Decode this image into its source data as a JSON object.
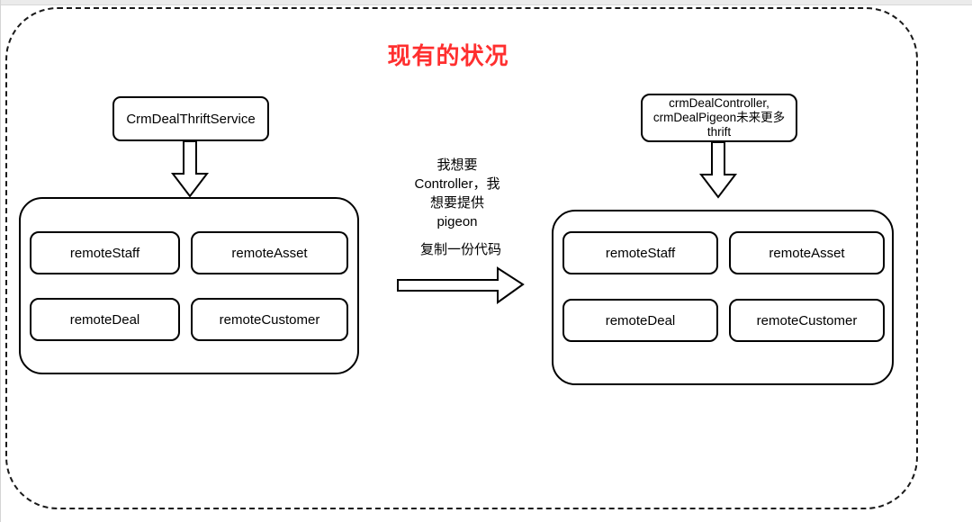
{
  "page": {
    "title": "现有的状况"
  },
  "colors": {
    "title": "#ff2f2f",
    "stroke": "#000000",
    "background": "#ffffff"
  },
  "left_group": {
    "service_node": "CrmDealThriftService",
    "container_items": [
      "remoteStaff",
      "remoteAsset",
      "remoteDeal",
      "remoteCustomer"
    ]
  },
  "middle": {
    "thought_text": "我想要\nController，我\n想要提供\npigeon",
    "action_text": "复制一份代码"
  },
  "right_group": {
    "service_node": "crmDealController,\ncrmDealPigeon未来更多\nthrift",
    "container_items": [
      "remoteStaff",
      "remoteAsset",
      "remoteDeal",
      "remoteCustomer"
    ]
  },
  "icons": {
    "down_arrow": "block-arrow-down",
    "right_arrow": "block-arrow-right"
  }
}
